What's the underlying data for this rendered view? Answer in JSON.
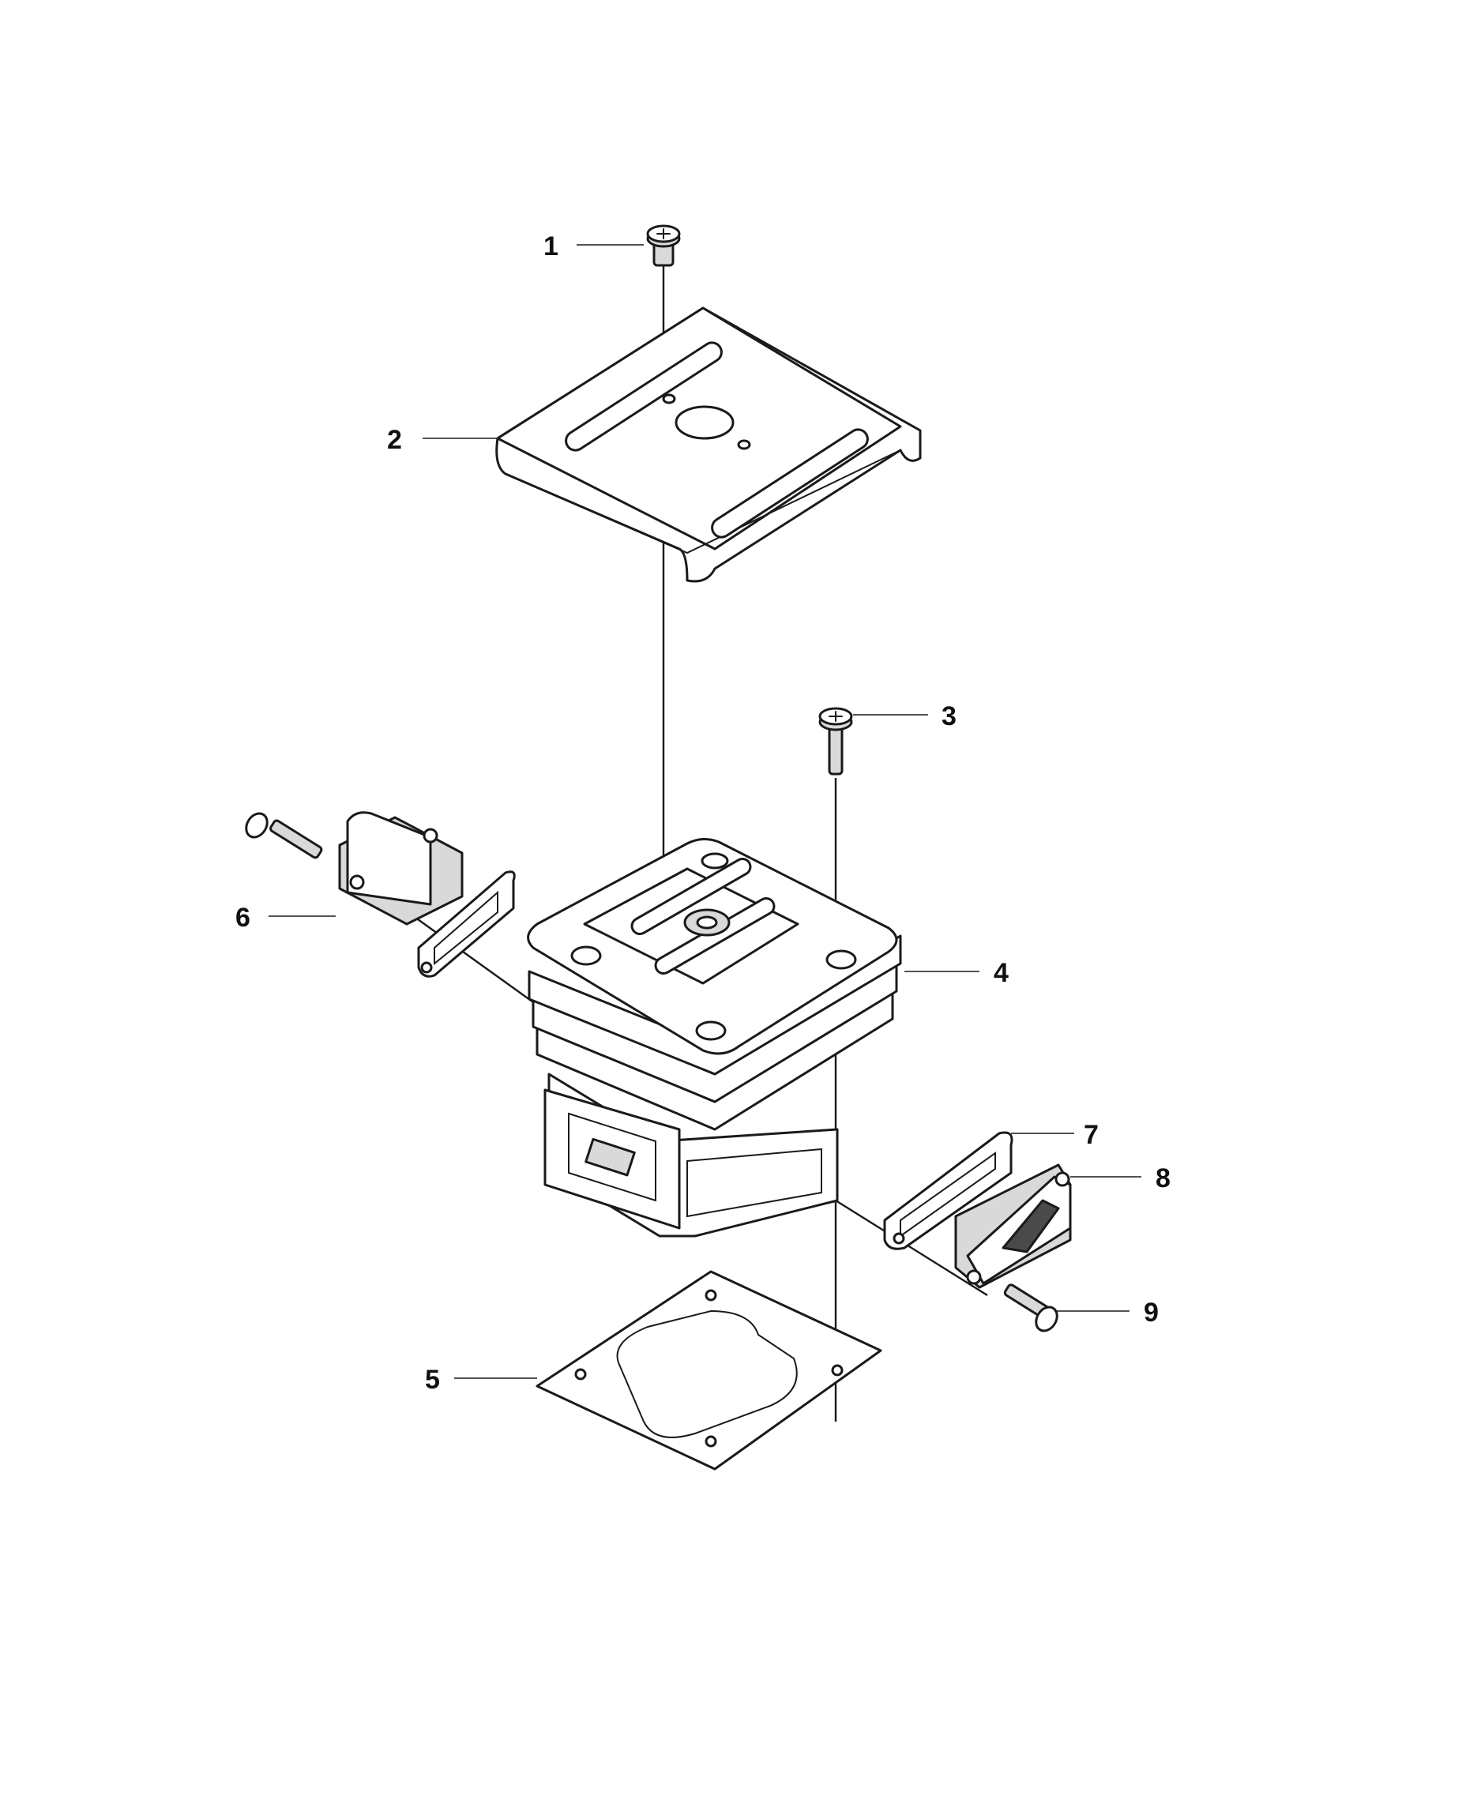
{
  "diagram": {
    "type": "exploded-parts-view",
    "callouts": [
      {
        "id": "1",
        "label": "1",
        "part": "screw"
      },
      {
        "id": "2",
        "label": "2",
        "part": "heat-shield-plate"
      },
      {
        "id": "3",
        "label": "3",
        "part": "screw"
      },
      {
        "id": "4",
        "label": "4",
        "part": "cylinder"
      },
      {
        "id": "5",
        "label": "5",
        "part": "cylinder-base-gasket"
      },
      {
        "id": "6",
        "label": "6",
        "part": "screw"
      },
      {
        "id": "7",
        "label": "7",
        "part": "gasket"
      },
      {
        "id": "8",
        "label": "8",
        "part": "flange"
      },
      {
        "id": "9",
        "label": "9",
        "part": "screw"
      }
    ]
  }
}
